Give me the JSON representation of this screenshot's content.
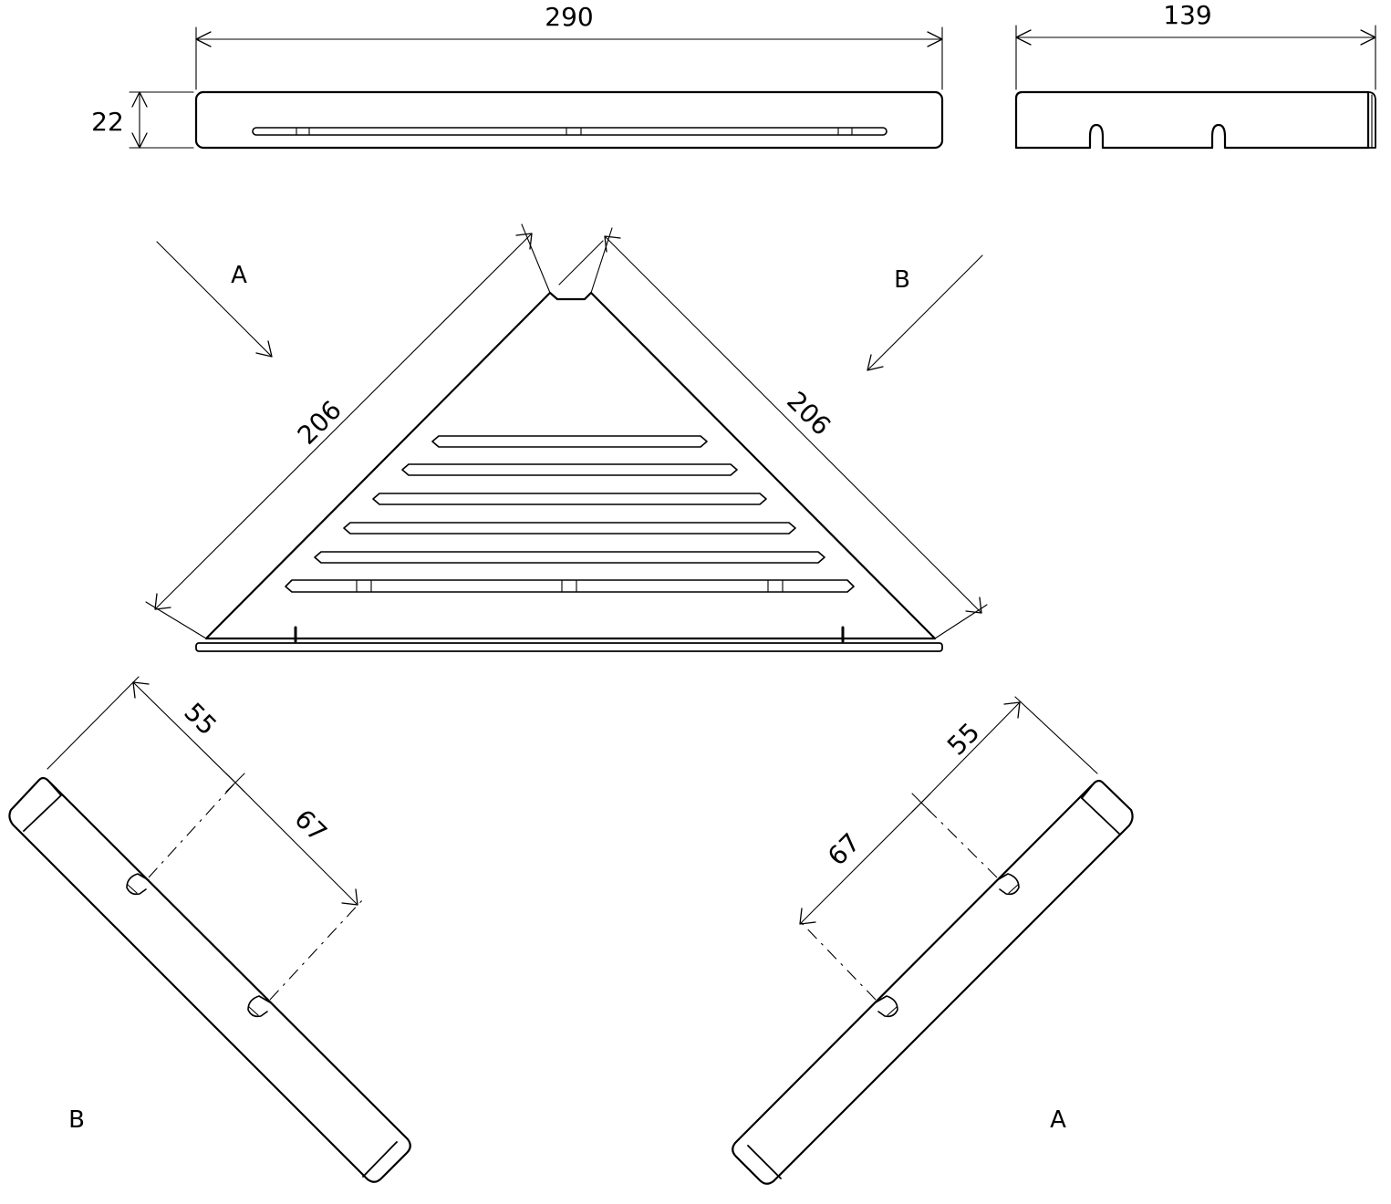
{
  "drawing": {
    "dimensions": {
      "front_width": "290",
      "front_height": "22",
      "side_depth": "139",
      "left_edge": "206",
      "right_edge": "206",
      "left_view_55": "55",
      "left_view_67": "67",
      "right_view_55": "55",
      "right_view_67": "67"
    },
    "view_labels": {
      "arrow_a": "A",
      "arrow_b": "B",
      "left_view": "B",
      "right_view": "A"
    }
  }
}
